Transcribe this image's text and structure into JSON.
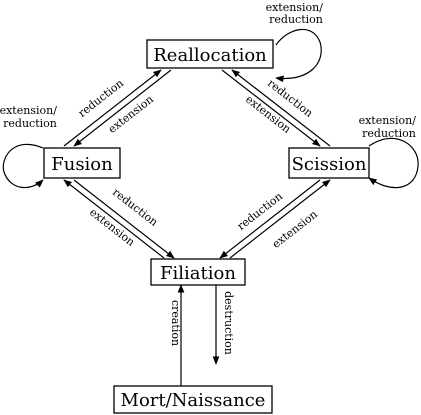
{
  "nodes": {
    "reallocation": "Reallocation",
    "fusion": "Fusion",
    "scission": "Scission",
    "filiation": "Filiation",
    "mort_naissance": "Mort/Naissance"
  },
  "edges": {
    "fusion_to_reallocation": "reduction",
    "reallocation_to_fusion": "extension",
    "reallocation_to_scission": "reduction",
    "scission_to_reallocation": "extension",
    "fusion_to_filiation": "reduction",
    "filiation_to_fusion": "extension",
    "scission_to_filiation": "reduction",
    "filiation_to_scission": "extension",
    "mort_to_filiation": "creation",
    "filiation_to_mort": "destruction"
  },
  "self_loops": {
    "reallocation": [
      "extension/",
      "reduction"
    ],
    "fusion": [
      "extension/",
      "reduction"
    ],
    "scission": [
      "extension/",
      "reduction"
    ]
  }
}
